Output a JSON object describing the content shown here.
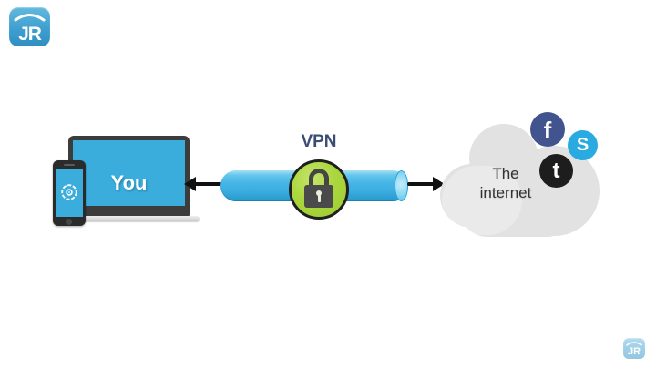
{
  "branding": {
    "logo_top_text": "JR",
    "logo_bottom_text": "JR"
  },
  "diagram": {
    "device": {
      "label": "You"
    },
    "tunnel": {
      "label": "VPN"
    },
    "cloud": {
      "line1": "The",
      "line2": "internet"
    },
    "social": {
      "facebook_glyph": "f",
      "skype_glyph": "S",
      "twitter_glyph": "t"
    },
    "colors": {
      "screen_blue": "#3aaddd",
      "tunnel_blue": "#45b5e5",
      "lock_green": "#abd63e",
      "lock_gray": "#4a4a4a",
      "cloud_gray": "#e2e2e2",
      "facebook_blue": "#41548e",
      "skype_blue": "#29abe2",
      "twitter_black": "#1d1d1d",
      "vpn_text": "#3c4d73",
      "internet_text": "#333333",
      "arrow_black": "#111111"
    }
  }
}
